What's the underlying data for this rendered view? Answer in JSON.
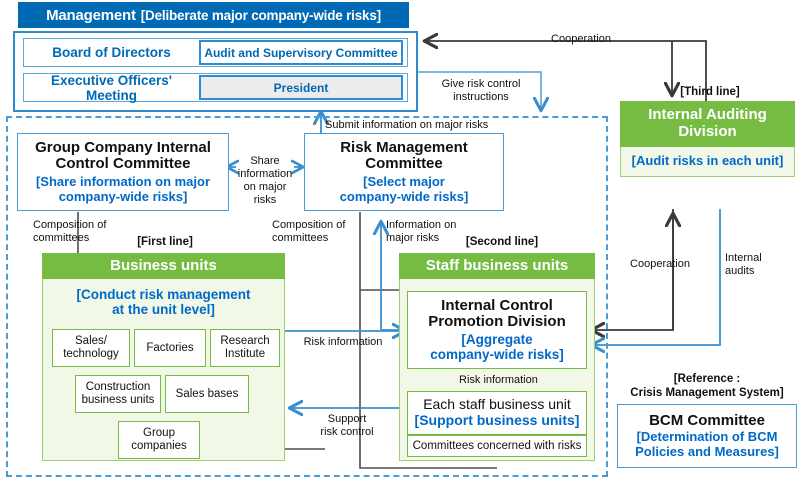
{
  "management": {
    "header_title": "Management",
    "header_note": "[Deliberate major company-wide risks]",
    "rows": [
      {
        "label": "Board of Directors",
        "chip": "Audit and Supervisory Committee"
      },
      {
        "label": "Executive Officers' Meeting",
        "chip": "President"
      }
    ]
  },
  "group_committee": {
    "title_line1": "Group Company Internal",
    "title_line2": "Control Committee",
    "note_line1": "[Share information on major",
    "note_line2": "company-wide risks]"
  },
  "risk_committee": {
    "title_line1": "Risk Management",
    "title_line2": "Committee",
    "note_line1": "[Select major",
    "note_line2": "company-wide risks]"
  },
  "internal_auditing": {
    "line_tag": "[Third line]",
    "title_line1": "Internal Auditing",
    "title_line2": "Division",
    "note": "[Audit risks in each unit]"
  },
  "bcm": {
    "reference_line1": "[Reference :",
    "reference_line2": "Crisis Management System]",
    "title": "BCM Committee",
    "note_line1": "[Determination of BCM",
    "note_line2": "Policies and Measures]"
  },
  "business_units": {
    "line_tag": "[First line]",
    "header": "Business units",
    "note_line1": "[Conduct risk management",
    "note_line2": "at the unit level]",
    "units_row1": [
      "Sales/\ntechnology",
      "Factories",
      "Research\nInstitute"
    ],
    "units_row2": [
      "Construction\nbusiness units",
      "Sales bases"
    ],
    "units_row3": [
      "Group\ncompanies"
    ]
  },
  "staff_units": {
    "line_tag": "[Second line]",
    "header": "Staff business units",
    "icpd_title_line1": "Internal Control",
    "icpd_title_line2": "Promotion Division",
    "icpd_note_line1": "[Aggregate",
    "icpd_note_line2": "company-wide risks]",
    "each_unit_title": "Each staff business unit",
    "each_unit_note": "[Support business units]",
    "committees": "Committees concerned with risks"
  },
  "connectors": {
    "cooperation_top": "Cooperation",
    "give_risk_control_l1": "Give risk control",
    "give_risk_control_l2": "instructions",
    "submit_info": "Submit information on major risks",
    "share_info_l1": "Share",
    "share_info_l2": "information",
    "share_info_l3": "on major risks",
    "composition_left_l1": "Composition of",
    "composition_left_l2": "committees",
    "composition_right_l1": "Composition of",
    "composition_right_l2": "committees",
    "info_major_risks_l1": "Information on",
    "info_major_risks_l2": "major risks",
    "risk_information_left": "Risk information",
    "support_risk_control_l1": "Support",
    "support_risk_control_l2": "risk control",
    "risk_information_inner": "Risk information",
    "cooperation_right": "Cooperation",
    "internal_audits_l1": "Internal",
    "internal_audits_l2": "audits"
  },
  "colors": {
    "brand_blue": "#0069b4",
    "light_blue": "#4a9bd6",
    "green": "#76bc43",
    "green_pale": "#f1f8e8",
    "text_blue": "#0068c8",
    "gray_line": "#4d4d4d"
  }
}
